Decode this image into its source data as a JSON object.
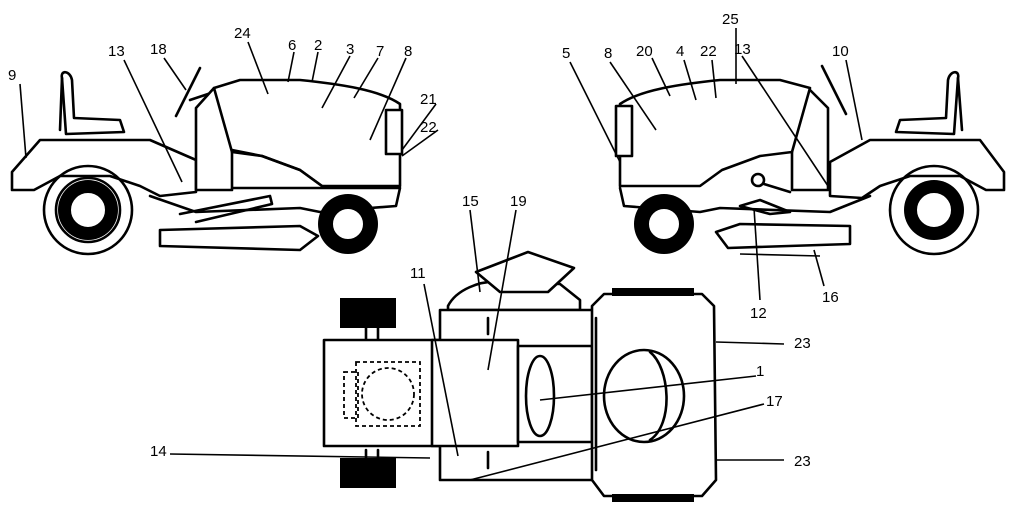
{
  "callouts": {
    "c1": "1",
    "c2": "2",
    "c3": "3",
    "c4": "4",
    "c5": "5",
    "c6": "6",
    "c7": "7",
    "c8a": "8",
    "c8b": "8",
    "c9": "9",
    "c10": "10",
    "c11": "11",
    "c12": "12",
    "c13a": "13",
    "c13b": "13",
    "c14": "14",
    "c15": "15",
    "c16": "16",
    "c17": "17",
    "c18": "18",
    "c19": "19",
    "c20": "20",
    "c21": "21",
    "c22a": "22",
    "c22b": "22",
    "c23a": "23",
    "c23b": "23",
    "c24": "24",
    "c25": "25"
  }
}
